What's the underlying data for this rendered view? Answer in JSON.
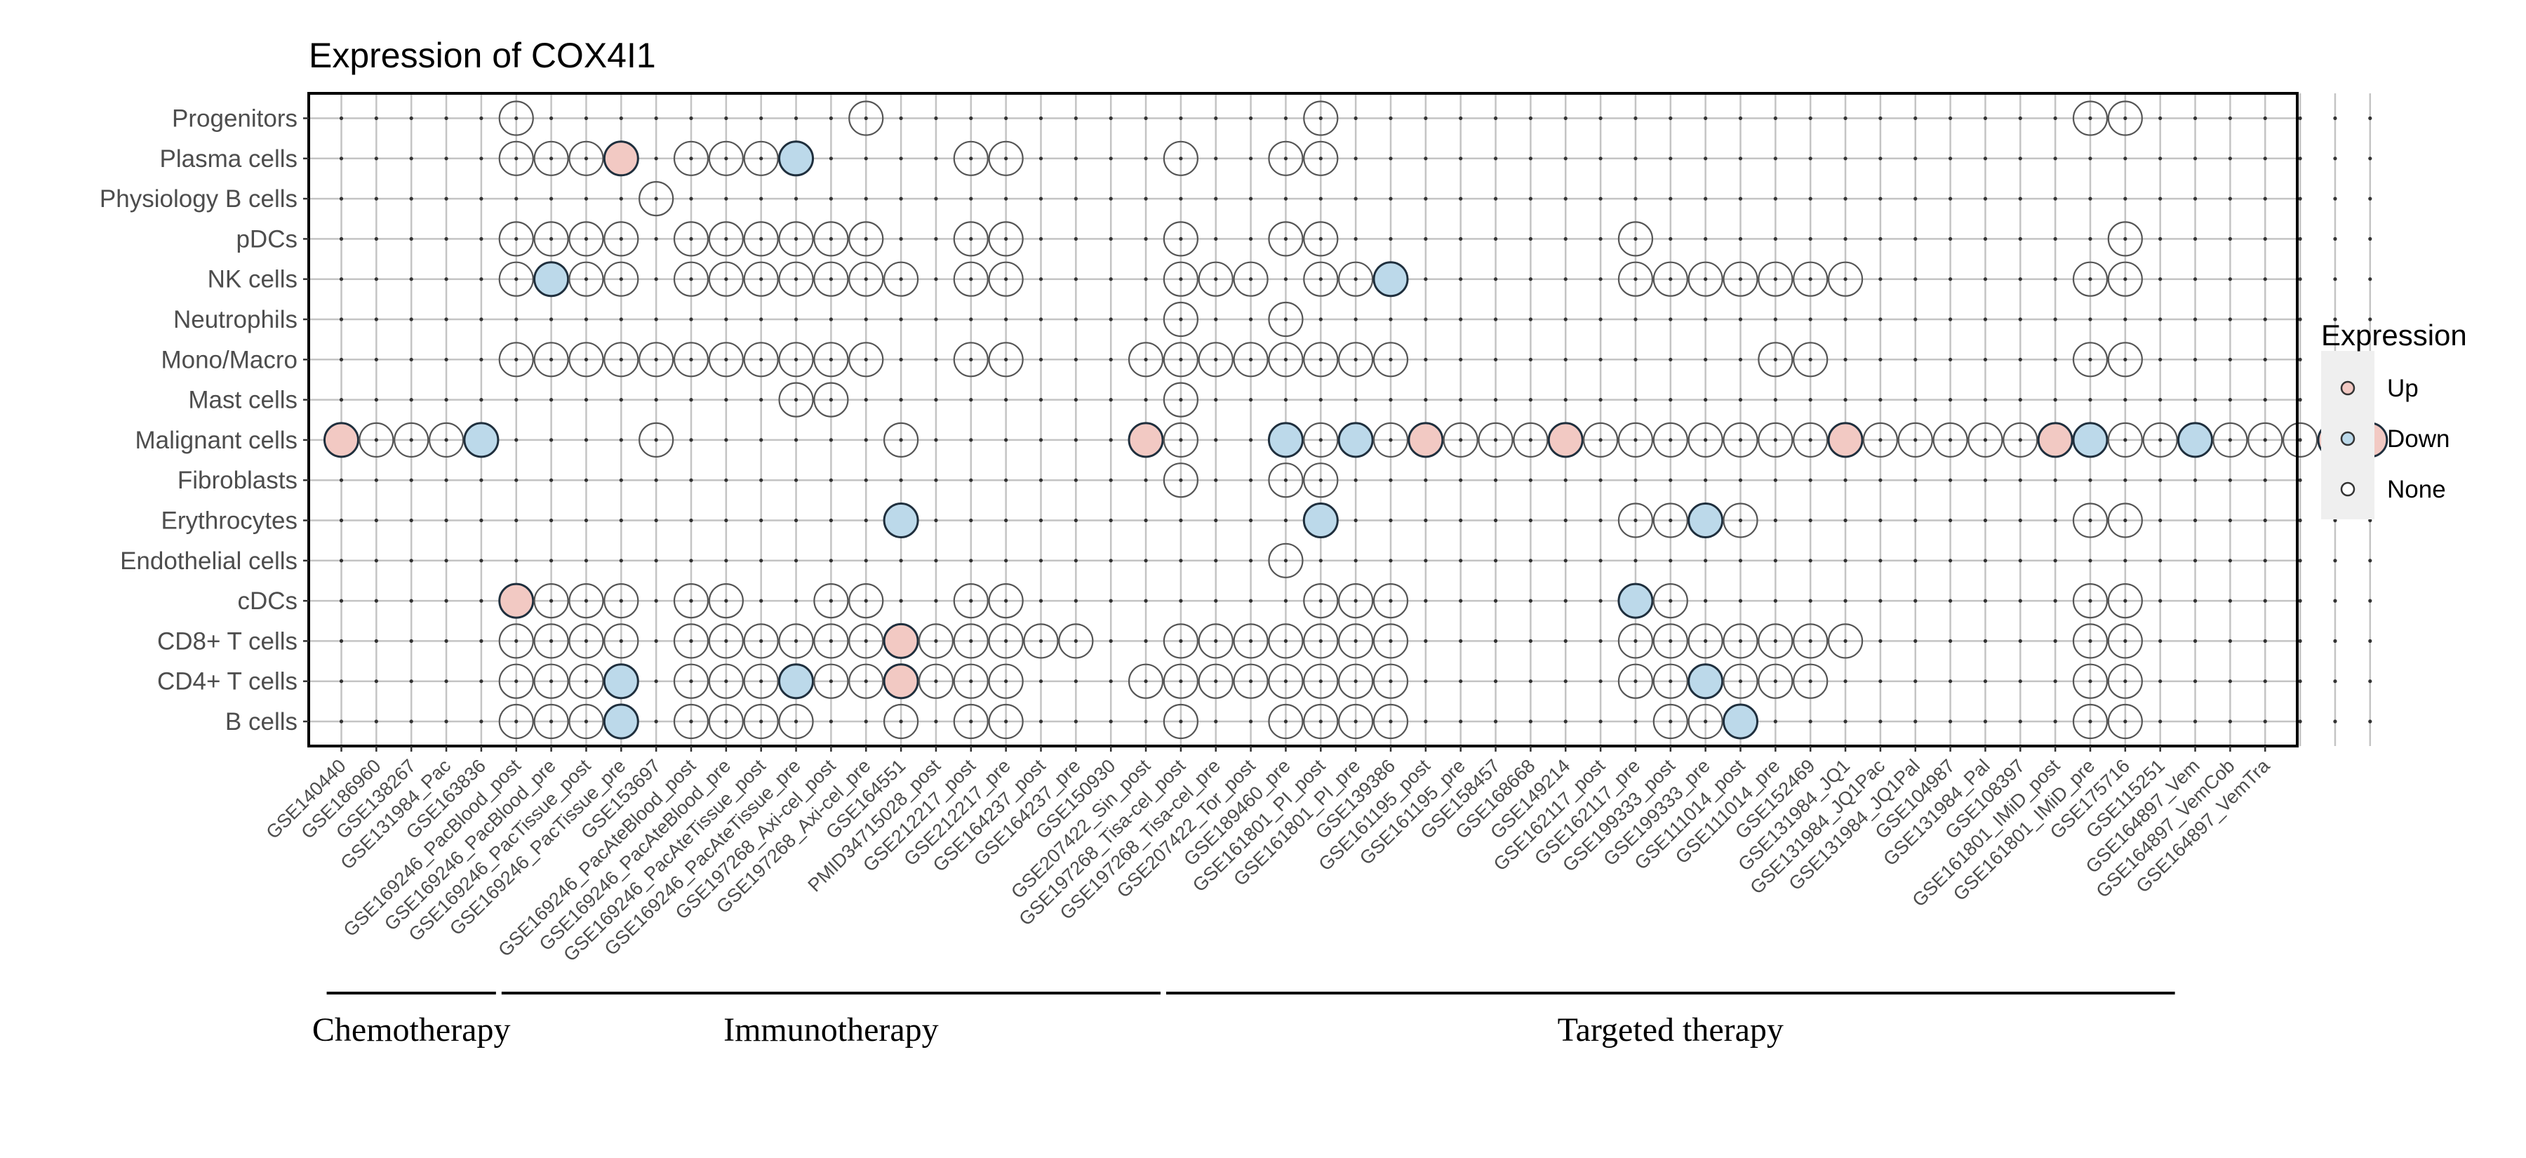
{
  "chart_data": {
    "type": "scatter",
    "title": "Expression of COX4I1",
    "colors": {
      "Up": "#f2c9c3",
      "Down": "#bcd9ea",
      "None": "#ffffff"
    },
    "y_categories": [
      "B cells",
      "CD4+ T cells",
      "CD8+ T cells",
      "cDCs",
      "Endothelial cells",
      "Erythrocytes",
      "Fibroblasts",
      "Malignant cells",
      "Mast cells",
      "Mono/Macro",
      "Neutrophils",
      "NK cells",
      "pDCs",
      "Physiology B cells",
      "Plasma cells",
      "Progenitors"
    ],
    "x_categories": [
      "GSE140440",
      "GSE186960",
      "GSE138267",
      "GSE131984_Pac",
      "GSE163836",
      "GSE169246_PacBlood_post",
      "GSE169246_PacBlood_pre",
      "GSE169246_PacTissue_post",
      "GSE169246_PacTissue_pre",
      "GSE153697",
      "GSE169246_PacAteBlood_post",
      "GSE169246_PacAteBlood_pre",
      "GSE169246_PacAteTissue_post",
      "GSE169246_PacAteTissue_pre",
      "GSE197268_Axi-cel_post",
      "GSE197268_Axi-cel_pre",
      "GSE164551",
      "PMID34715028_post",
      "GSE212217_post",
      "GSE212217_pre",
      "GSE164237_post",
      "GSE164237_pre",
      "GSE150930",
      "GSE207422_Sin_post",
      "GSE197268_Tisa-cel_post",
      "GSE197268_Tisa-cel_pre",
      "GSE207422_Tor_post",
      "GSE189460_pre",
      "GSE161801_PI_post",
      "GSE161801_PI_pre",
      "GSE139386",
      "GSE161195_post",
      "GSE161195_pre",
      "GSE158457",
      "GSE168668",
      "GSE149214",
      "GSE162117_post",
      "GSE162117_pre",
      "GSE199333_post",
      "GSE199333_pre",
      "GSE111014_post",
      "GSE111014_pre",
      "GSE152469",
      "GSE131984_JQ1",
      "GSE131984_JQ1Pac",
      "GSE131984_JQ1Pal",
      "GSE104987",
      "GSE131984_Pal",
      "GSE108397",
      "GSE161801_IMiD_post",
      "GSE161801_IMiD_pre",
      "GSE175716",
      "GSE115251",
      "GSE164897_Vem",
      "GSE164897_VemCob",
      "GSE164897_VemTra"
    ],
    "groups": [
      {
        "label": "Chemotherapy",
        "from": 0,
        "to": 4
      },
      {
        "label": "Immunotherapy",
        "from": 5,
        "to": 23
      },
      {
        "label": "Targeted therapy",
        "from": 24,
        "to": 52
      }
    ],
    "legend": {
      "title": "Expression",
      "items": [
        "Up",
        "Down",
        "None"
      ],
      "position": "right"
    },
    "points": [
      {
        "y": "Progenitors",
        "x": [
          5,
          15,
          28,
          50,
          51
        ],
        "up": [],
        "down": []
      },
      {
        "y": "Plasma cells",
        "x": [
          5,
          6,
          7,
          8,
          10,
          11,
          12,
          13,
          18,
          19,
          24,
          27,
          28
        ],
        "up": [
          8
        ],
        "down": [
          13
        ]
      },
      {
        "y": "Physiology B cells",
        "x": [
          9
        ],
        "up": [],
        "down": []
      },
      {
        "y": "pDCs",
        "x": [
          5,
          6,
          7,
          8,
          10,
          11,
          12,
          13,
          14,
          15,
          18,
          19,
          24,
          27,
          28,
          37,
          51
        ],
        "up": [],
        "down": []
      },
      {
        "y": "NK cells",
        "x": [
          5,
          6,
          7,
          8,
          10,
          11,
          12,
          13,
          14,
          15,
          16,
          18,
          19,
          24,
          25,
          26,
          28,
          29,
          30,
          37,
          38,
          39,
          40,
          41,
          42,
          43,
          50,
          51
        ],
        "up": [],
        "down": [
          6,
          30
        ]
      },
      {
        "y": "Neutrophils",
        "x": [
          24,
          27
        ],
        "up": [],
        "down": []
      },
      {
        "y": "Mono/Macro",
        "x": [
          5,
          6,
          7,
          8,
          9,
          10,
          11,
          12,
          13,
          14,
          15,
          18,
          19,
          23,
          24,
          25,
          26,
          27,
          28,
          29,
          30,
          41,
          42,
          50,
          51
        ],
        "up": [],
        "down": []
      },
      {
        "y": "Mast cells",
        "x": [
          13,
          14,
          24
        ],
        "up": [],
        "down": []
      },
      {
        "y": "Malignant cells",
        "x": [
          0,
          1,
          2,
          3,
          4,
          9,
          16,
          23,
          24,
          27,
          28,
          29,
          30,
          31,
          32,
          33,
          34,
          35,
          36,
          37,
          38,
          39,
          40,
          41,
          42,
          43,
          44,
          45,
          46,
          47,
          48,
          49,
          50,
          51,
          52,
          53,
          54,
          55,
          56,
          57,
          58
        ],
        "up": [
          0,
          23,
          31,
          35,
          43,
          49,
          57,
          58
        ],
        "down": [
          4,
          27,
          29,
          50,
          53
        ]
      },
      {
        "y": "Fibroblasts",
        "x": [
          24,
          27,
          28
        ],
        "up": [],
        "down": []
      },
      {
        "y": "Erythrocytes",
        "x": [
          16,
          28,
          37,
          38,
          39,
          40,
          50,
          51
        ],
        "up": [],
        "down": [
          16,
          28,
          39
        ]
      },
      {
        "y": "Endothelial cells",
        "x": [
          27
        ],
        "up": [],
        "down": []
      },
      {
        "y": "cDCs",
        "x": [
          5,
          6,
          7,
          8,
          10,
          11,
          14,
          15,
          18,
          19,
          28,
          29,
          30,
          37,
          38,
          50,
          51
        ],
        "up": [
          5
        ],
        "down": [
          37
        ]
      },
      {
        "y": "CD8+ T cells",
        "x": [
          5,
          6,
          7,
          8,
          10,
          11,
          12,
          13,
          14,
          15,
          16,
          17,
          18,
          19,
          20,
          21,
          24,
          25,
          26,
          27,
          28,
          29,
          30,
          37,
          38,
          39,
          40,
          41,
          42,
          43,
          50,
          51
        ],
        "up": [
          16
        ],
        "down": []
      },
      {
        "y": "CD4+ T cells",
        "x": [
          5,
          6,
          7,
          8,
          10,
          11,
          12,
          13,
          14,
          15,
          16,
          17,
          18,
          19,
          23,
          24,
          25,
          26,
          27,
          28,
          29,
          30,
          37,
          38,
          39,
          40,
          41,
          42,
          50,
          51
        ],
        "up": [
          16
        ],
        "down": [
          8,
          13,
          39
        ]
      },
      {
        "y": "B cells",
        "x": [
          5,
          6,
          7,
          8,
          10,
          11,
          12,
          13,
          16,
          18,
          19,
          24,
          27,
          28,
          29,
          30,
          38,
          39,
          40,
          50,
          51
        ],
        "up": [],
        "down": [
          8,
          40
        ]
      }
    ]
  }
}
